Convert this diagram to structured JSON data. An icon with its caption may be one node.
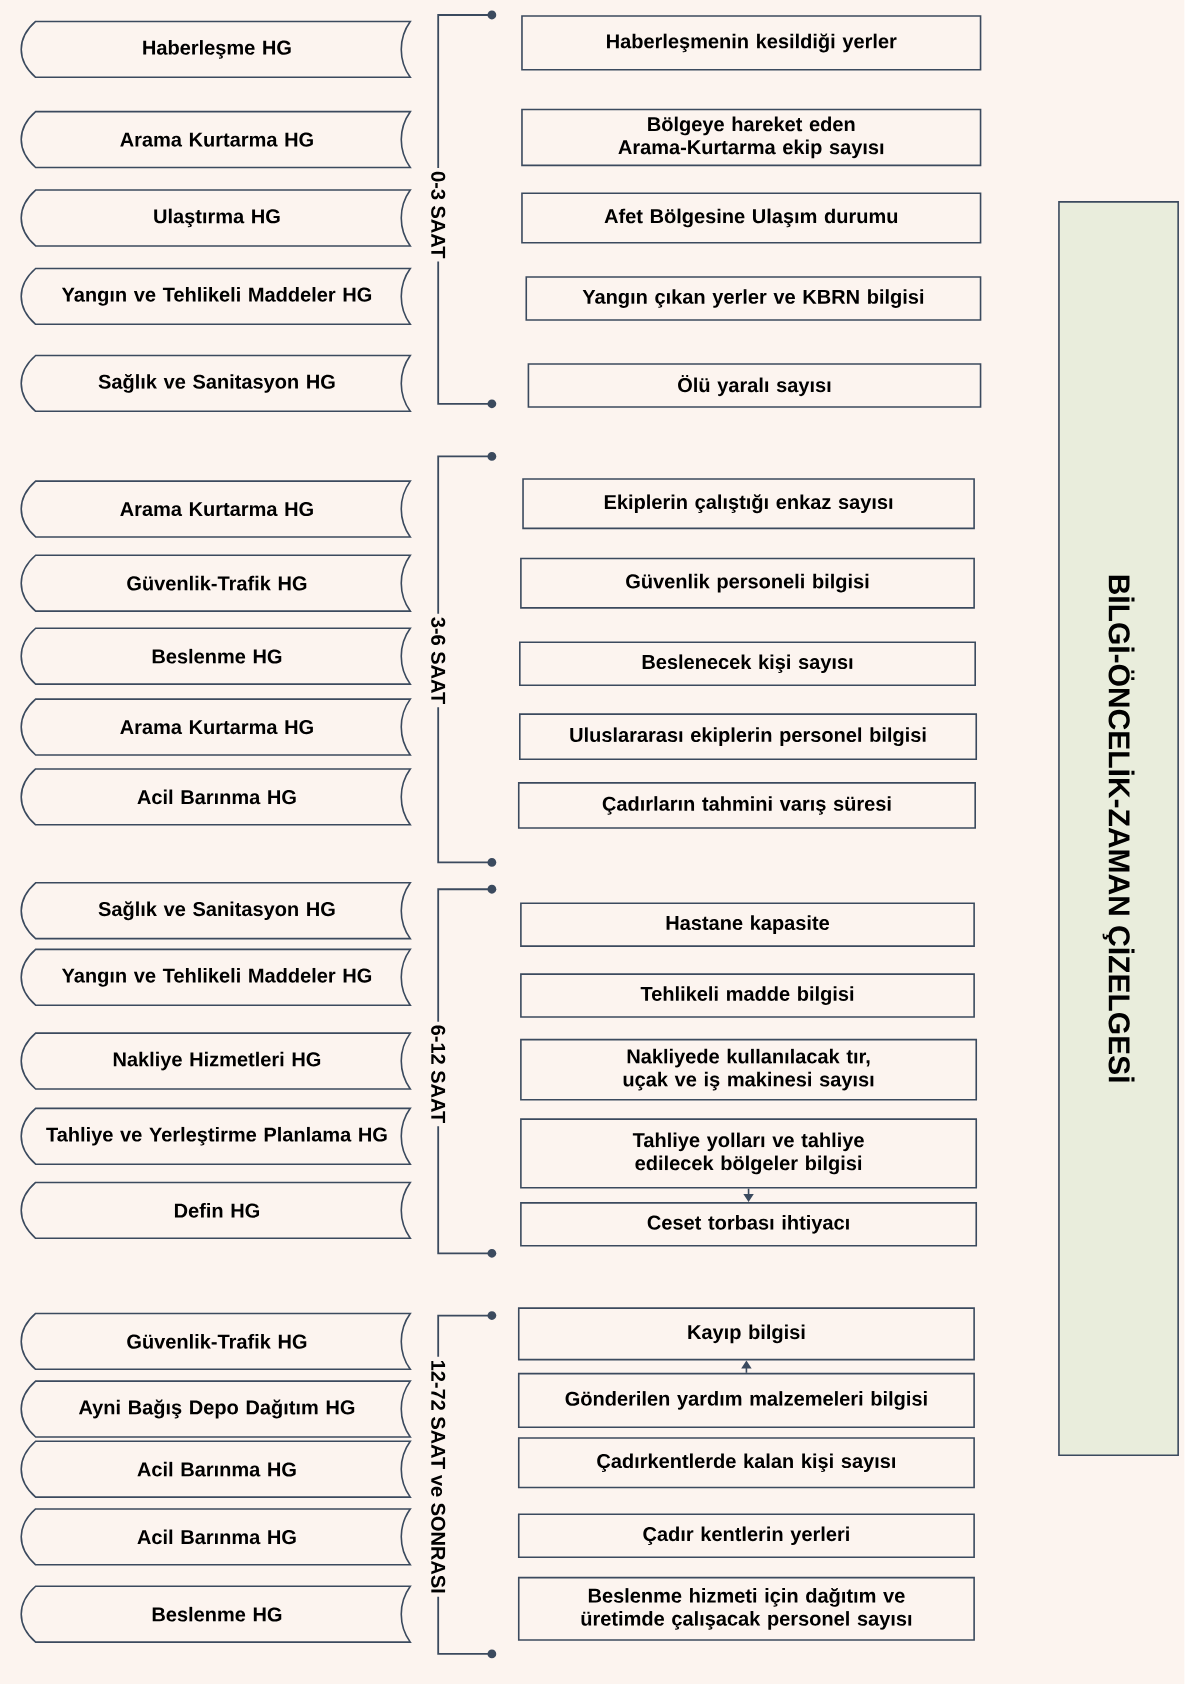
{
  "diagram": {
    "nodes": [
      {
        "text": [
          "Haberleşme HG"
        ]
      },
      {
        "text": [
          "Haberleşmenin kesildiği yerler"
        ]
      },
      {
        "text": [
          "Arama Kurtarma HG"
        ]
      },
      {
        "text": [
          "Bölgeye hareket eden Arama-Kurtarma ekip sayısı"
        ]
      },
      {
        "text": [
          "Ulaştırma HG"
        ]
      },
      {
        "text": [
          "Afet Bölgesine Ulaşım durumu"
        ]
      },
      {
        "text": [
          "Yangın ve Tehlikeli Maddeler HG"
        ]
      },
      {
        "text": [
          "Yangın çıkan yerler ve KBRN bilgisi"
        ]
      },
      {
        "text": [
          "Sağlık ve Sanitasyon HG"
        ]
      },
      {
        "text": [
          "Ölü yaralı sayısı"
        ]
      },
      {
        "text": [
          "Arama Kurtarma HG"
        ]
      },
      {
        "text": [
          "Ekiplerin çalıştığı enkaz sayısı"
        ]
      },
      {
        "text": [
          "Güvenlik-Trafik HG"
        ]
      },
      {
        "text": [
          "Güvenlik personeli bilgisi"
        ]
      },
      {
        "text": [
          "Beslenme HG"
        ]
      },
      {
        "text": [
          "Beslenecek kişi sayısı"
        ]
      },
      {
        "text": [
          "Arama Kurtarma HG"
        ]
      },
      {
        "text": [
          "Uluslararası ekiplerin personel bilgisi"
        ]
      },
      {
        "text": [
          "Acil Barınma HG"
        ]
      },
      {
        "text": [
          "Çadırların tahmini varış süresi"
        ]
      },
      {
        "text": [
          "Sağlık ve Sanitasyon HG"
        ]
      },
      {
        "text": [
          "Hastane kapasite"
        ]
      },
      {
        "text": [
          "Yangın ve Tehlikeli Maddeler HG"
        ]
      },
      {
        "text": [
          "Tehlikeli madde bilgisi"
        ]
      },
      {
        "text": [
          "Nakliye Hizmetleri HG"
        ]
      },
      {
        "text": [
          "Nakliyede kullanılacak tır, uçak ve iş makinesi sayısı"
        ]
      },
      {
        "text": [
          "Tahliye ve Yerleştirme Planlama HG"
        ]
      },
      {
        "text": [
          "Tahliye yolları ve tahliye edilecek bölgeler bilgisi"
        ]
      },
      {
        "text": [
          "Defin HG"
        ]
      },
      {
        "text": [
          "Ceset torbası ihtiyacı"
        ]
      },
      {
        "text": [
          "Güvenlik-Trafik HG"
        ]
      },
      {
        "text": [
          "Kayıp bilgisi"
        ]
      },
      {
        "text": [
          "Ayni Bağış Depo Dağıtım HG"
        ]
      },
      {
        "text": [
          "Gönderilen yardım malzemeleri bilgisi"
        ]
      },
      {
        "text": [
          "Acil Barınma HG"
        ]
      },
      {
        "text": [
          "Çadırkentlerde kalan kişi sayısı"
        ]
      },
      {
        "text": [
          "Acil Barınma HG"
        ]
      },
      {
        "text": [
          "Çadır kentlerin yerleri"
        ]
      },
      {
        "text": [
          "Beslenme HG"
        ]
      },
      {
        "text": [
          "Beslenme hizmeti için dağıtım ve üretimde çalışacak personel sayısı"
        ]
      },
      {
        "text": [
          "BİLGİ-ÖNCELİK-ZAMAN ÇİZELGESİ"
        ]
      }
    ],
    "edges": [
      {
        "from": 27,
        "to": 29,
        "arrow": "to"
      },
      {
        "from": 33,
        "to": 31,
        "arrow": "to"
      }
    ],
    "labels": [
      "0-3 SAAT",
      "3-6 SAAT",
      "6-12 SAAT",
      "12-72 SAAT ve SONRASI"
    ]
  }
}
